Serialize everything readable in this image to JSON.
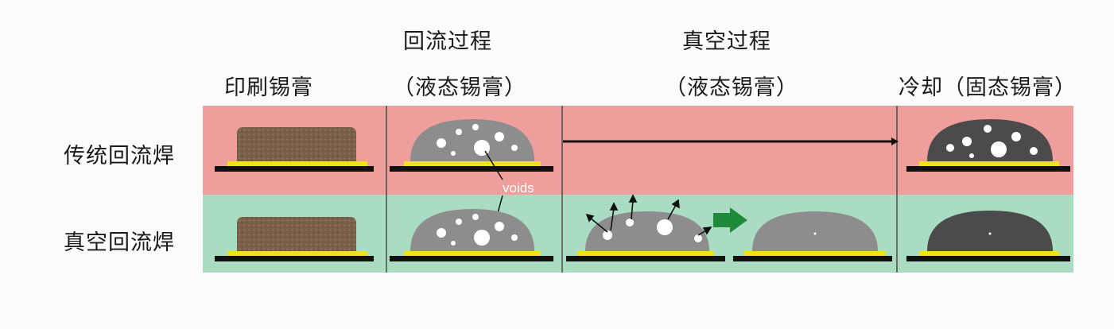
{
  "headers": {
    "print_paste": "印刷锡膏",
    "reflow_title": "回流过程",
    "reflow_sub": "（液态锡膏）",
    "vacuum_title": "真空过程",
    "vacuum_sub": "（液态锡膏）",
    "cooling": "冷却（固态锡膏）"
  },
  "rows": {
    "traditional": "传统回流焊",
    "vacuum": "真空回流焊"
  },
  "annotation": {
    "voids": "voids"
  },
  "colors": {
    "row_traditional_bg": "#ee9f9c",
    "row_vacuum_bg": "#a9dcc2",
    "solder_paste": "#7a6049",
    "liquid_solder": "#8d8d8d",
    "solid_solder": "#4b4b4b",
    "pad": "#f2e21a",
    "board": "#111111",
    "voids": "#ffffff",
    "green_arrow": "#1e8a3a"
  }
}
